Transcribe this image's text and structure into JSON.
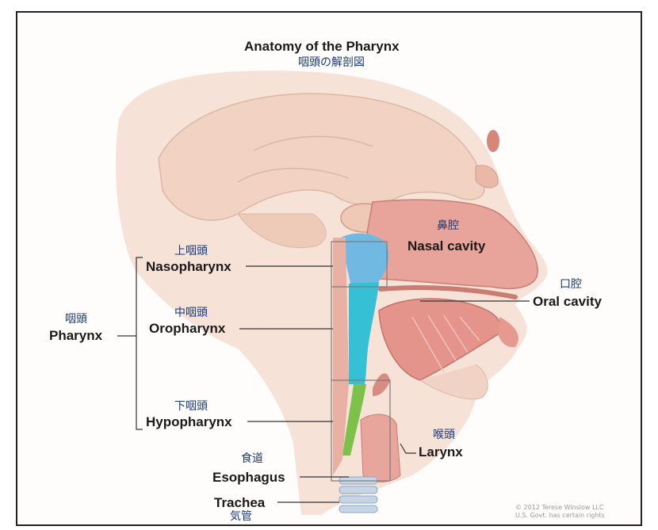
{
  "title": {
    "en": "Anatomy of the Pharynx",
    "jp": "咽頭の解剖図"
  },
  "labels": {
    "pharynx": {
      "jp": "咽頭",
      "en": "Pharynx"
    },
    "nasopharynx": {
      "jp": "上咽頭",
      "en": "Nasopharynx"
    },
    "oropharynx": {
      "jp": "中咽頭",
      "en": "Oropharynx"
    },
    "hypopharynx": {
      "jp": "下咽頭",
      "en": "Hypopharynx"
    },
    "nasal_cavity": {
      "jp": "鼻腔",
      "en": "Nasal cavity"
    },
    "oral_cavity": {
      "jp": "口腔",
      "en": "Oral cavity"
    },
    "larynx": {
      "jp": "喉頭",
      "en": "Larynx"
    },
    "esophagus": {
      "jp": "食道",
      "en": "Esophagus"
    },
    "trachea": {
      "jp": "気管",
      "en": "Trachea"
    }
  },
  "copyright": {
    "line1": "© 2012 Terese Winslow LLC",
    "line2": "U.S. Govt. has certain rights"
  },
  "colors": {
    "nasopharynx": "#6fb9e3",
    "oropharynx": "#35c0d6",
    "hypopharynx": "#7cc24a",
    "tissue": "#e7a398",
    "skin": "#f6ddd0",
    "frame": "#222222"
  }
}
